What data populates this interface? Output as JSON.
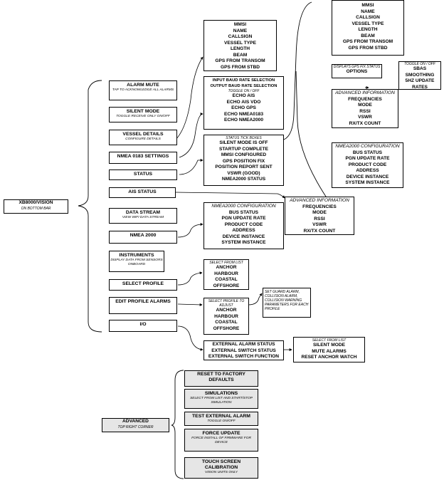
{
  "root": {
    "title": "XB8000/VISION",
    "subtitle": "ON BOTTOM BAR"
  },
  "main_menu": [
    {
      "title": "ALARM MUTE",
      "subtitle": "TAP TO ACKNOWLEDGE ALL ALARMS"
    },
    {
      "title": "SILENT MODE",
      "subtitle": "TOGGLE RECEIVE ONLY ON/OFF"
    },
    {
      "title": "VESSEL DETAILS",
      "subtitle": "CONFIGURE DETAILS"
    },
    {
      "title": "NMEA 0183 SETTINGS",
      "subtitle": ""
    },
    {
      "title": "STATUS",
      "subtitle": ""
    },
    {
      "title": "AIS STATUS",
      "subtitle": ""
    },
    {
      "title": "DATA STREAM",
      "subtitle": "VIEW WIFI DATA STREAM"
    },
    {
      "title": "NMEA 2000",
      "subtitle": ""
    },
    {
      "title": "INSTRUMENTS",
      "subtitle": "DISPLAY DATA FROM SENSORS ONBOARD"
    },
    {
      "title": "SELECT PROFILE",
      "subtitle": ""
    },
    {
      "title": "EDIT PROFILE ALARMS",
      "subtitle": ""
    },
    {
      "title": "I/O",
      "subtitle": ""
    }
  ],
  "vessel_details": {
    "items": [
      "MMSI",
      "NAME",
      "CALLSIGN",
      "VESSEL TYPE",
      "LENGTH",
      "BEAM",
      "GPS FROM TRANSOM",
      "GPS FROM STBD"
    ]
  },
  "nmea0183": {
    "items_top": [
      "INPUT BAUD RATE SELECTION",
      "OUTPUT BAUD RATE SELECTION"
    ],
    "toggle_caption": "TOGGLE ON / OFF",
    "items": [
      "ECHO AIS",
      "ECHO AIS VDO",
      "ECHO GPS",
      "ECHO NMEA0183",
      "ECHO NMEA2000"
    ]
  },
  "status": {
    "caption": "STATUS TICK BOXES",
    "items": [
      "SILENT MODE IS OFF",
      "STARTUP COMPLETE",
      "MMSI CONFIGURED",
      "GPS POSITION FIX",
      "POSITION REPORT SENT",
      "VSWR (GOOD)",
      "NMEA2000 STATUS"
    ]
  },
  "status_vessel": {
    "items": [
      "MMSI",
      "NAME",
      "CALLSIGN",
      "VESSEL TYPE",
      "LENGTH",
      "BEAM",
      "GPS FROM TRANSOM",
      "GPS FROM STBD"
    ]
  },
  "gps_options": {
    "caption": "DISPLAYS GPS FIX STATUS",
    "title": "OPTIONS"
  },
  "gps_toggles": {
    "caption": "TOGGLE ON / OFF",
    "items": [
      "SBAS",
      "SMOOTHING",
      "5HZ UPDATE RATES"
    ]
  },
  "status_advanced": {
    "caption": "ADVANCED INFORMATION",
    "items": [
      "FREQUENCIES",
      "MODE",
      "RSSI",
      "VSWR",
      "RX/TX COUNT"
    ]
  },
  "status_nmea2000": {
    "caption": "NMEA2000 CONFIGURATION",
    "items": [
      "BUS STATUS",
      "PGN UPDATE RATE",
      "PRODUCT CODE",
      "ADDRESS",
      "DEVICE INSTANCE",
      "SYSTEM INSTANCE"
    ]
  },
  "ais_advanced": {
    "caption": "ADVANCED INFORMATION",
    "items": [
      "FREQUENCIES",
      "MODE",
      "RSSI",
      "VSWR",
      "RX/TX COUNT"
    ]
  },
  "nmea2000_config": {
    "caption": "NMEA2000 CONFIGURATION",
    "items": [
      "BUS STATUS",
      "PGN UPDATE RATE",
      "PRODUCT CODE",
      "ADDRESS",
      "DEVICE INSTANCE",
      "SYSTEM INSTANCE"
    ]
  },
  "select_profile": {
    "caption": "SELECT FROM LIST",
    "items": [
      "ANCHOR",
      "HARBOUR",
      "COASTAL",
      "OFFSHORE"
    ]
  },
  "edit_profile": {
    "caption": "SELECT PROFILE TO ADJUST",
    "items": [
      "ANCHOR",
      "HARBOUR",
      "COASTAL",
      "OFFSHORE"
    ]
  },
  "guard_alarm": {
    "caption": "SET GUARD ALARM, COLLISION ALARM, COLLISION WARNING PARAMETERS FOR EACH PROFILE"
  },
  "io_ext": {
    "items": [
      "EXTERNAL ALARM STATUS",
      "EXTERNAL SWITCH STATUS",
      "EXTERNAL SWITCH FUNCTION"
    ]
  },
  "io_list": {
    "caption": "SELECT FROM LIST",
    "items": [
      "SILENT MODE",
      "MUTE ALARMS",
      "RESET ANCHOR WATCH"
    ]
  },
  "advanced": {
    "title": "ADVANCED",
    "subtitle": "TOP RIGHT CORNER"
  },
  "advanced_menu": [
    {
      "title": "RESET TO FACTORY DEFAULTS",
      "subtitle": ""
    },
    {
      "title": "SIMULATIONS",
      "subtitle": "SELECT FROM LIST AND START/STOP SIMULATION"
    },
    {
      "title": "TEST EXTERNAL ALARM",
      "subtitle": "TOGGLE ON/OFF"
    },
    {
      "title": "FORCE UPDATE",
      "subtitle": "FORCE INSTALL OF FIRMWARE FOR DEVICE"
    },
    {
      "title": "TOUCH SCREEN CALIBRATION",
      "subtitle": "VISION UNITS ONLY"
    }
  ],
  "colors": {
    "line": "#000000",
    "advanced_fill": "#e6e6e6",
    "box_fill": "#ffffff"
  }
}
